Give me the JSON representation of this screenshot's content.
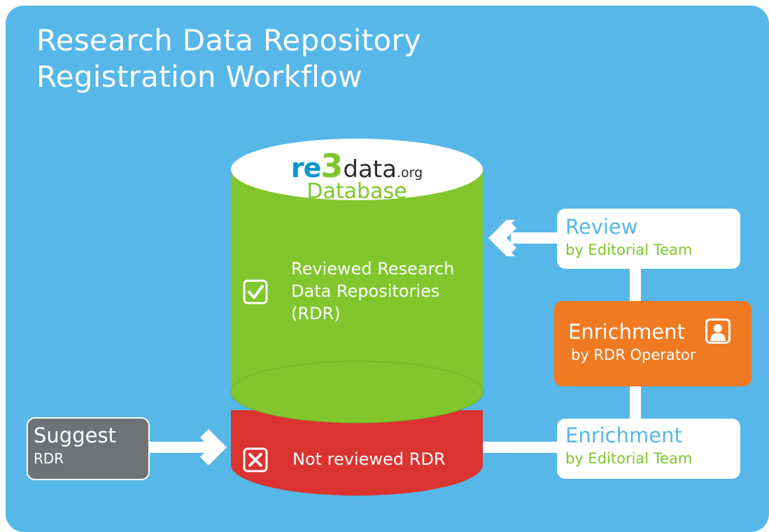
{
  "diagram": {
    "title_lines": [
      "Research Data Repository",
      "Registration Workflow"
    ],
    "database": {
      "logo": {
        "re": "re",
        "three": "3",
        "data": "data",
        "org": ".org"
      },
      "name": "Database",
      "reviewed_lines": [
        "Reviewed Research",
        "Data Repositories",
        "(RDR)"
      ],
      "not_reviewed": "Not reviewed RDR"
    },
    "review_box": {
      "title": "Review",
      "subtitle": "by Editorial Team"
    },
    "enrichment_operator_box": {
      "title": "Enrichment",
      "subtitle": "by RDR Operator"
    },
    "enrichment_editorial_box": {
      "title": "Enrichment",
      "subtitle": "by Editorial Team"
    },
    "suggest_box": {
      "title": "Suggest",
      "subtitle": "RDR"
    }
  },
  "colors": {
    "background": "#56b7e8",
    "reviewed": "#7ec82d",
    "not_reviewed": "#db3330",
    "operator": "#f07a22",
    "suggest": "#6f7375"
  }
}
